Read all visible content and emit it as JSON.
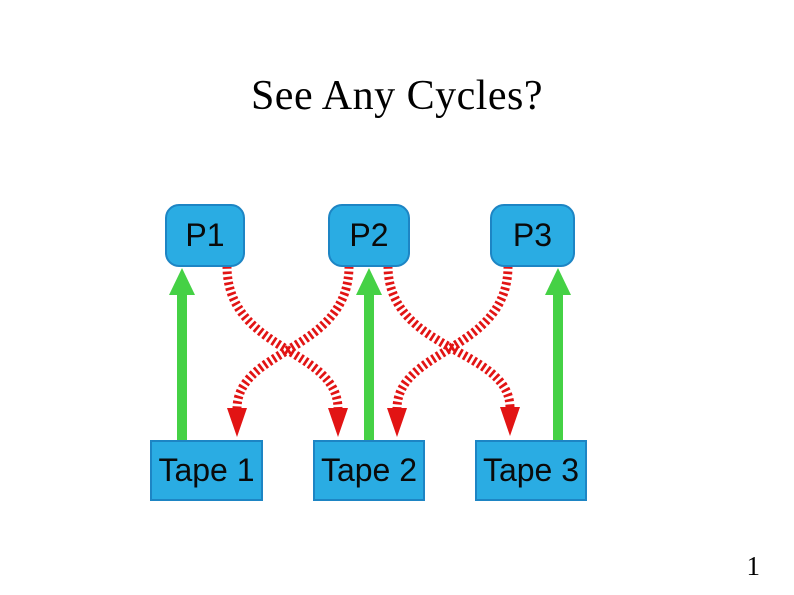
{
  "slide": {
    "title": "See Any Cycles?",
    "page_number": "1"
  },
  "diagram": {
    "type": "resource-allocation-graph",
    "processes": [
      {
        "label": "P1"
      },
      {
        "label": "P2"
      },
      {
        "label": "P3"
      }
    ],
    "resources": [
      {
        "label": "Tape 1"
      },
      {
        "label": "Tape 2"
      },
      {
        "label": "Tape 3"
      }
    ],
    "edges": {
      "allocations": [
        {
          "from": "Tape 1",
          "to": "P1",
          "style": "solid",
          "color": "green",
          "direction": "up"
        },
        {
          "from": "Tape 2",
          "to": "P2",
          "style": "solid",
          "color": "green",
          "direction": "up"
        },
        {
          "from": "Tape 3",
          "to": "P3",
          "style": "solid",
          "color": "green",
          "direction": "up"
        }
      ],
      "requests": [
        {
          "from": "P1",
          "to": "Tape 2",
          "style": "striped",
          "color": "red",
          "direction": "down"
        },
        {
          "from": "P2",
          "to": "Tape 1",
          "style": "striped",
          "color": "red",
          "direction": "down"
        },
        {
          "from": "P2",
          "to": "Tape 3",
          "style": "striped",
          "color": "red",
          "direction": "down"
        },
        {
          "from": "P3",
          "to": "Tape 2",
          "style": "striped",
          "color": "red",
          "direction": "down"
        }
      ]
    }
  },
  "colors": {
    "node_fill": "#2aace3",
    "node_border": "#1d85c4",
    "allocation_green": "#45d145",
    "request_red": "#e21414",
    "text": "#000000",
    "background": "#ffffff"
  }
}
